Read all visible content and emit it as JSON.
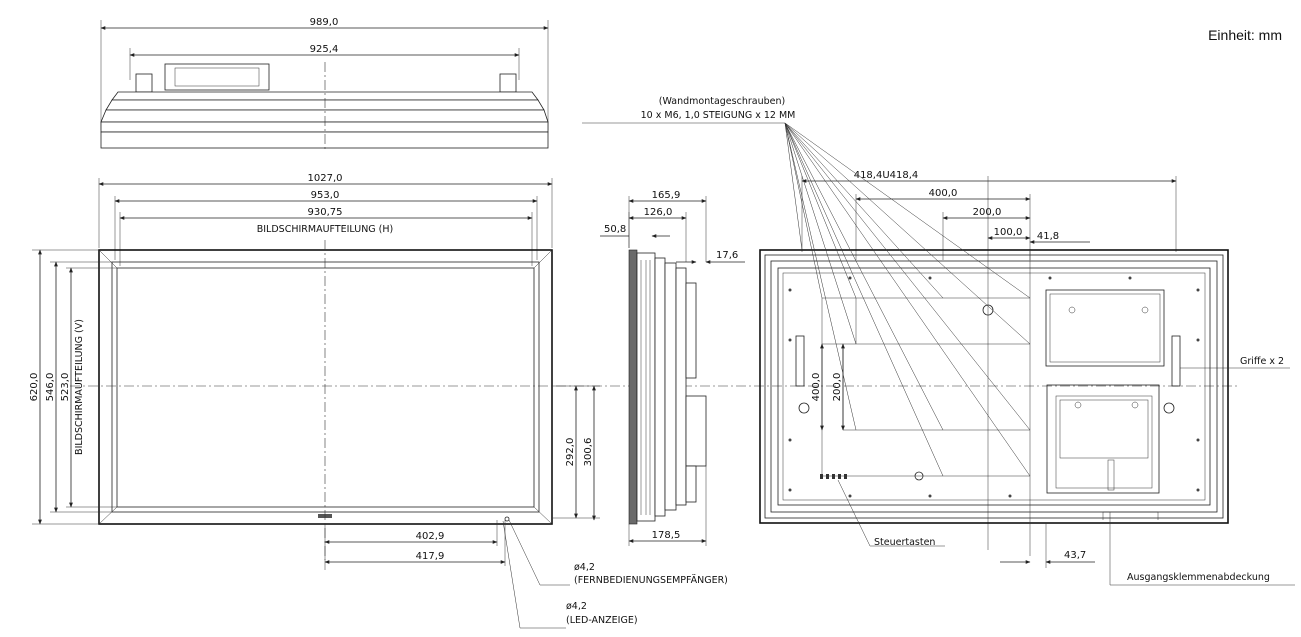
{
  "unit_label": "Einheit: mm",
  "top_view": {
    "dim_outer": "989,0",
    "dim_inner": "925,4"
  },
  "front_view": {
    "dim_total_width": "1027,0",
    "dim_width_2": "953,0",
    "dim_width_3": "930,75",
    "screen_h_label": "BILDSCHIRMAUFTEILUNG (H)",
    "dim_total_height": "620,0",
    "dim_height_2": "546,0",
    "dim_height_3": "523,0",
    "screen_v_label": "BILDSCHIRMAUFTEILUNG (V)",
    "dim_292": "292,0",
    "dim_300": "300,6",
    "dim_402": "402,9",
    "dim_417": "417,9",
    "remote_sensor_diameter": "ø4,2",
    "remote_sensor_label": "(FERNBEDIENUNGSEMPFÄNGER)",
    "led_diameter": "ø4,2",
    "led_label": "(LED-ANZEIGE)"
  },
  "side_view": {
    "dim_165": "165,9",
    "dim_126": "126,0",
    "dim_50": "50,8",
    "dim_17": "17,6",
    "dim_178": "178,5"
  },
  "rear_view": {
    "mount_screws_title": "(Wandmontageschrauben)",
    "mount_screws_spec": "10 x M6, 1,0 STEIGUNG x 12 MM",
    "dim_418": "418,4U418,4",
    "dim_400h": "400,0",
    "dim_200h": "200,0",
    "dim_100": "100,0",
    "dim_41": "41,8",
    "dim_400v": "400,0",
    "dim_200v": "200,0",
    "dim_43": "43,7",
    "handles_label": "Griffe x 2",
    "control_keys_label": "Steuertasten",
    "terminal_cover_label": "Ausgangsklemmenabdeckung"
  }
}
